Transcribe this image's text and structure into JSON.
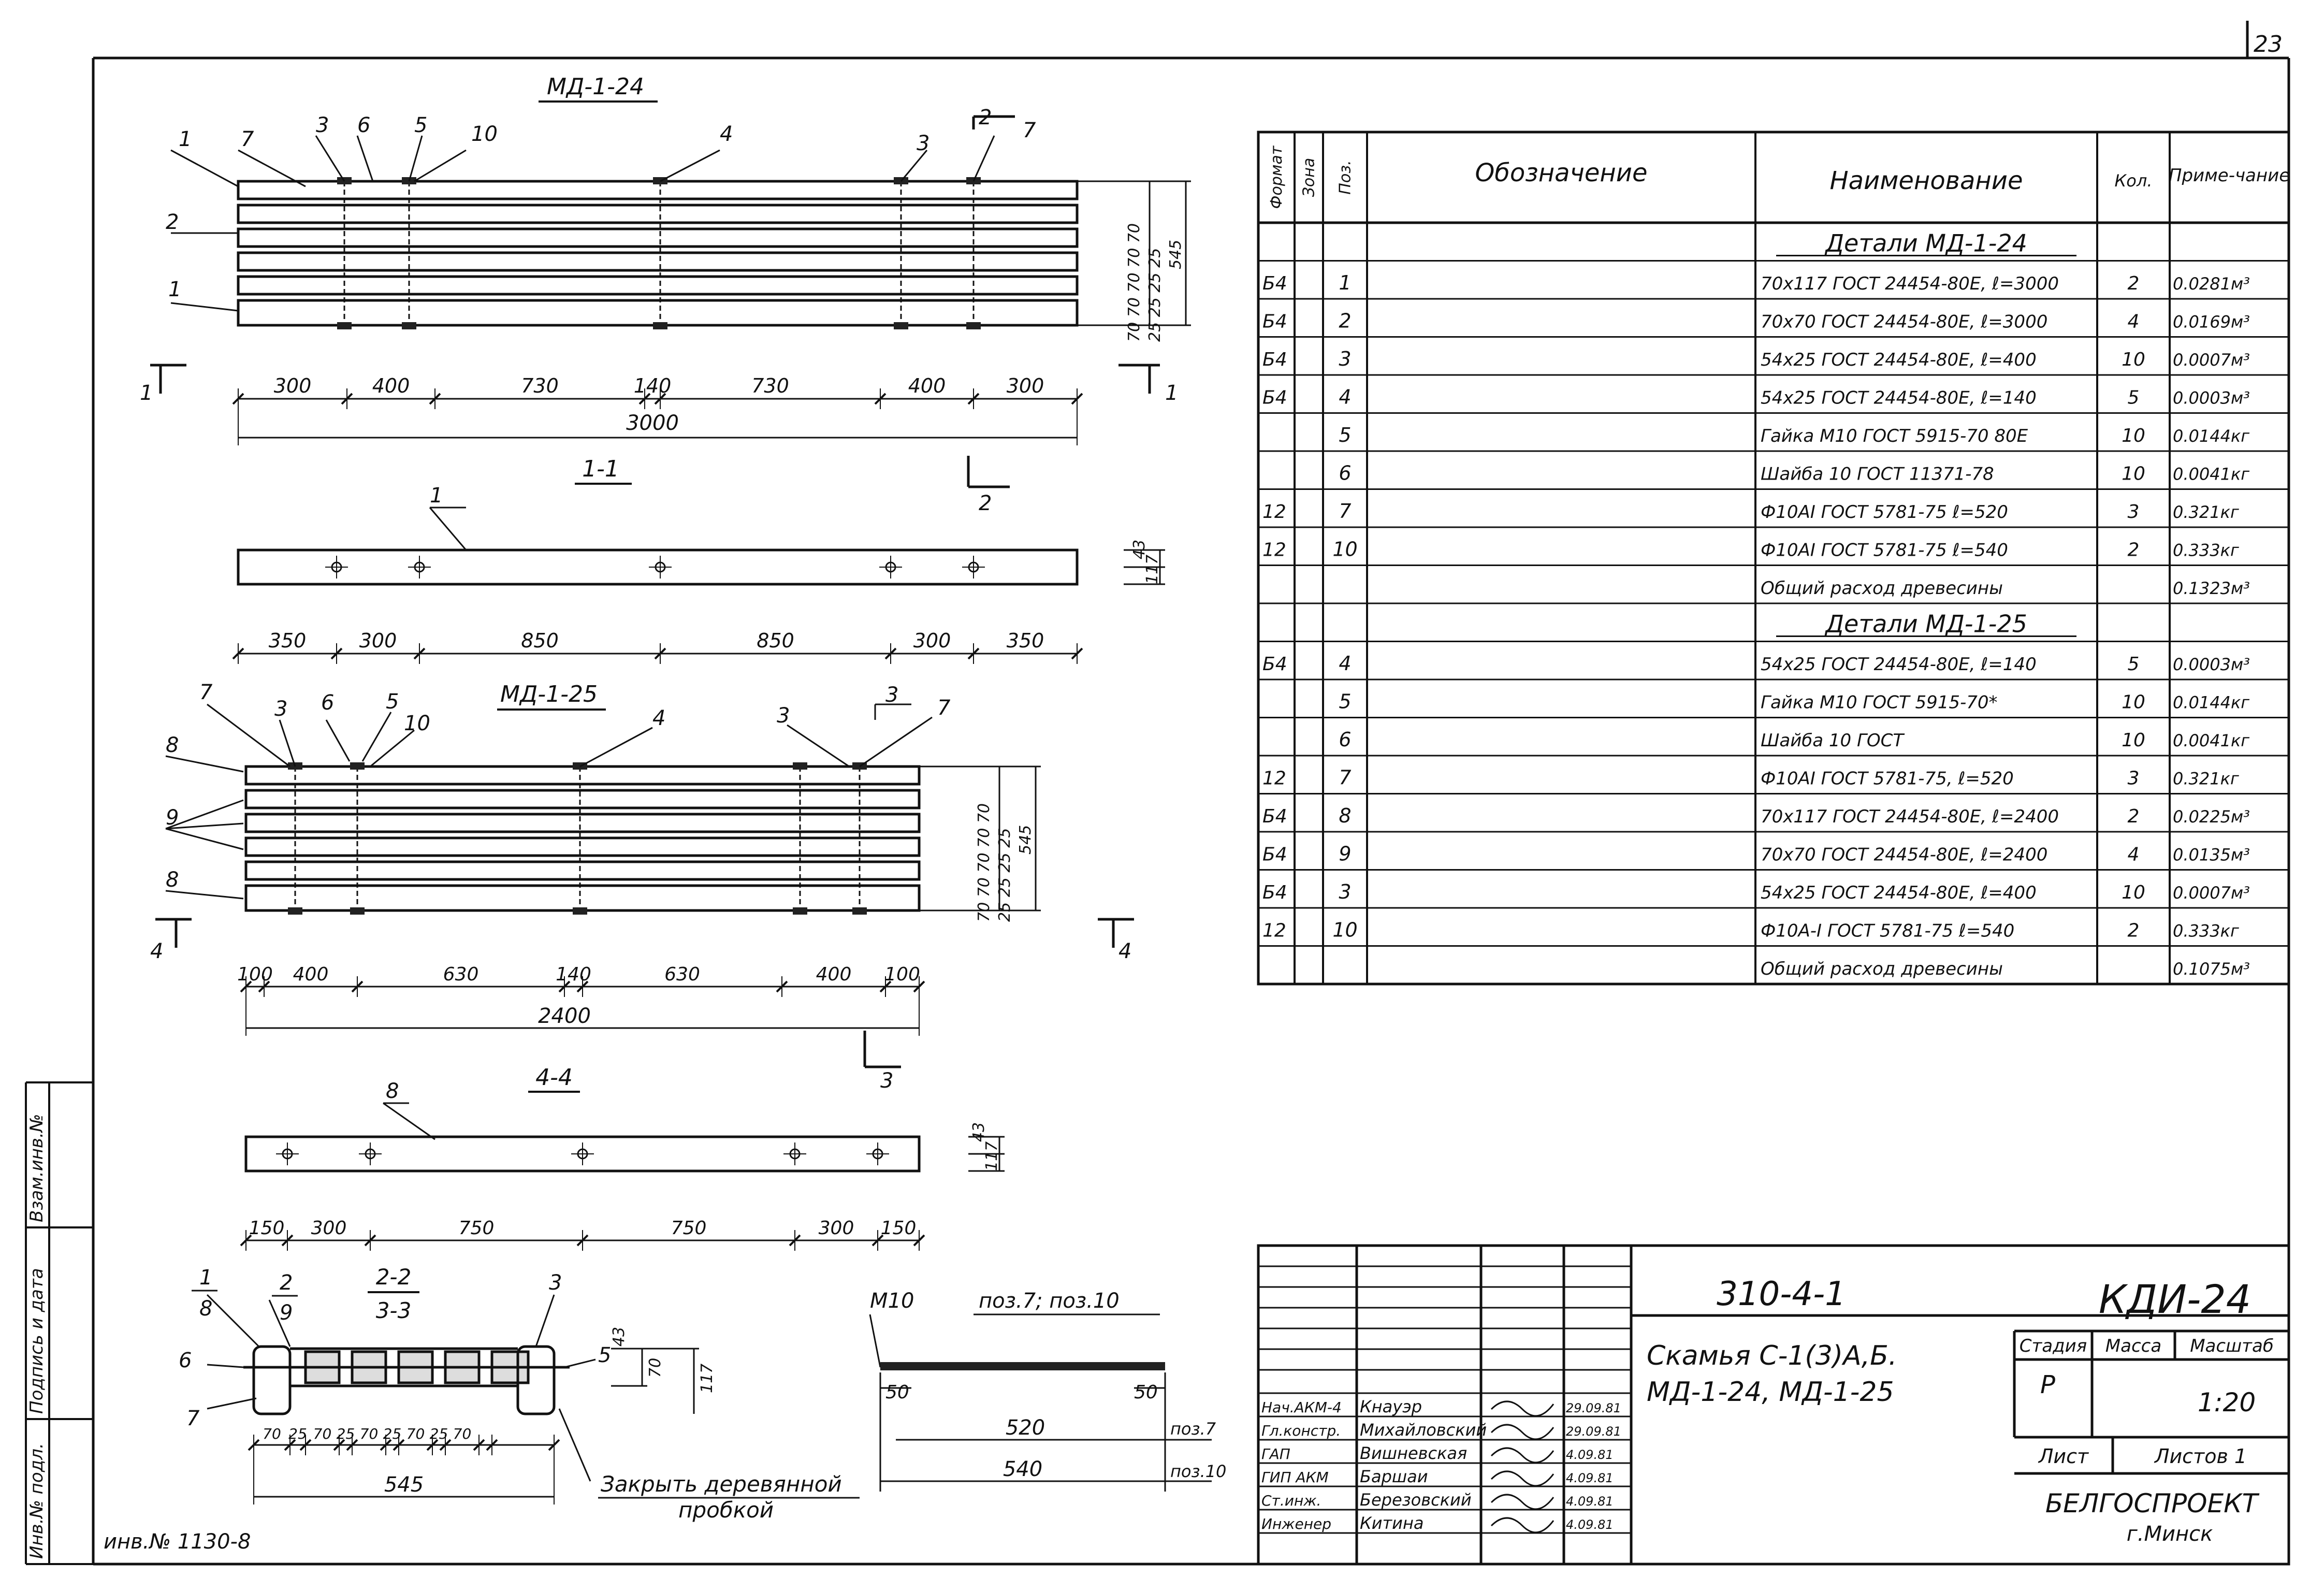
{
  "sheet_number": "23",
  "views": {
    "md124_title": "МД-1-24",
    "md124_callouts": [
      "1",
      "7",
      "3",
      "6",
      "5",
      "10",
      "4",
      "3",
      "2",
      "7",
      "2",
      "1"
    ],
    "md124_dims": [
      "300",
      "400",
      "730",
      "140",
      "730",
      "400",
      "300"
    ],
    "md124_total": "3000",
    "md124_vdims_a": "70 70 70 70 70",
    "md124_vdims_b": "25 25 25 25",
    "md124_vtotal": "545",
    "md124_sec_left": "1",
    "md124_sec_right": "1",
    "md124_sec2": "2",
    "sec11_title": "1-1",
    "sec11_callout": "1",
    "sec11_dims": [
      "350",
      "300",
      "850",
      "850",
      "300",
      "350"
    ],
    "sec11_h1": "43",
    "sec11_h2": "117",
    "md125_title": "МД-1-25",
    "md125_callouts": [
      "7",
      "3",
      "6",
      "5",
      "10",
      "4",
      "3",
      "7",
      "3",
      "8",
      "9",
      "8"
    ],
    "md125_dims": [
      "100",
      "400",
      "630",
      "140",
      "630",
      "400",
      "100"
    ],
    "md125_total": "2400",
    "md125_vdims_a": "70 70 70 70 70",
    "md125_vdims_b": "25 25 25 25",
    "md125_vtotal": "545",
    "md125_sec_left": "4",
    "md125_sec_right": "4",
    "md125_sec3": "3",
    "sec44_title": "4-4",
    "sec44_callout": "8",
    "sec44_dims": [
      "150",
      "300",
      "750",
      "750",
      "300",
      "150"
    ],
    "sec44_h1": "43",
    "sec44_h2": "117",
    "sec22_title_top": "2-2",
    "sec22_title_bot": "3-3",
    "sec22_callouts": {
      "c1": "1",
      "c8": "8",
      "c2": "2",
      "c9": "9",
      "c3": "3",
      "c6": "6",
      "c7": "7",
      "c5": "5"
    },
    "sec22_dims": [
      "70",
      "25",
      "70",
      "25",
      "70",
      "25",
      "70",
      "25",
      "70"
    ],
    "sec22_total": "545",
    "sec22_h": [
      "43",
      "70",
      "117"
    ],
    "sec22_note_1": "Закрыть деревянной",
    "sec22_note_2": "пробкой",
    "rod_label": "М10",
    "rod_title": "поз.7; поз.10",
    "rod_dims": [
      "50",
      "50",
      "520",
      "540"
    ],
    "rod_pos": [
      "поз.7",
      "поз.10"
    ],
    "inv_no": "инв.№ 1130-8"
  },
  "left_margin": {
    "labels": [
      "Взам.инв.№",
      "Подпись и дата",
      "Инв.№ подл."
    ]
  },
  "spec_table": {
    "headers": [
      "Формат",
      "Зона",
      "Поз.",
      "Обозначение",
      "Наименование",
      "Кол.",
      "Приме-чание"
    ],
    "rows": [
      {
        "fmt": "",
        "zone": "",
        "pos": "",
        "des": "",
        "name": "Детали МД-1-24",
        "qty": "",
        "note": "",
        "heading": true
      },
      {
        "fmt": "Б4",
        "zone": "",
        "pos": "1",
        "des": "",
        "name": "70х117 ГОСТ 24454-80Е, ℓ=3000",
        "qty": "2",
        "note": "0.0281м³"
      },
      {
        "fmt": "Б4",
        "zone": "",
        "pos": "2",
        "des": "",
        "name": "70х70 ГОСТ 24454-80Е, ℓ=3000",
        "qty": "4",
        "note": "0.0169м³"
      },
      {
        "fmt": "Б4",
        "zone": "",
        "pos": "3",
        "des": "",
        "name": "54х25 ГОСТ 24454-80Е, ℓ=400",
        "qty": "10",
        "note": "0.0007м³"
      },
      {
        "fmt": "Б4",
        "zone": "",
        "pos": "4",
        "des": "",
        "name": "54х25 ГОСТ 24454-80Е, ℓ=140",
        "qty": "5",
        "note": "0.0003м³"
      },
      {
        "fmt": "",
        "zone": "",
        "pos": "5",
        "des": "",
        "name": "Гайка М10 ГОСТ 5915-70 80Е",
        "qty": "10",
        "note": "0.0144кг"
      },
      {
        "fmt": "",
        "zone": "",
        "pos": "6",
        "des": "",
        "name": "Шайба 10 ГОСТ 11371-78",
        "qty": "10",
        "note": "0.0041кг"
      },
      {
        "fmt": "12",
        "zone": "",
        "pos": "7",
        "des": "",
        "name": "Ф10АI ГОСТ 5781-75 ℓ=520",
        "qty": "3",
        "note": "0.321кг"
      },
      {
        "fmt": "12",
        "zone": "",
        "pos": "10",
        "des": "",
        "name": "Ф10АI ГОСТ 5781-75 ℓ=540",
        "qty": "2",
        "note": "0.333кг"
      },
      {
        "fmt": "",
        "zone": "",
        "pos": "",
        "des": "",
        "name": "Общий расход древесины",
        "qty": "",
        "note": "0.1323м³"
      },
      {
        "fmt": "",
        "zone": "",
        "pos": "",
        "des": "",
        "name": "Детали МД-1-25",
        "qty": "",
        "note": "",
        "heading": true
      },
      {
        "fmt": "Б4",
        "zone": "",
        "pos": "4",
        "des": "",
        "name": "54х25 ГОСТ 24454-80Е, ℓ=140",
        "qty": "5",
        "note": "0.0003м³"
      },
      {
        "fmt": "",
        "zone": "",
        "pos": "5",
        "des": "",
        "name": "Гайка М10 ГОСТ 5915-70*",
        "qty": "10",
        "note": "0.0144кг"
      },
      {
        "fmt": "",
        "zone": "",
        "pos": "6",
        "des": "",
        "name": "Шайба 10 ГОСТ",
        "qty": "10",
        "note": "0.0041кг"
      },
      {
        "fmt": "12",
        "zone": "",
        "pos": "7",
        "des": "",
        "name": "Ф10АI ГОСТ 5781-75, ℓ=520",
        "qty": "3",
        "note": "0.321кг"
      },
      {
        "fmt": "Б4",
        "zone": "",
        "pos": "8",
        "des": "",
        "name": "70х117 ГОСТ 24454-80Е, ℓ=2400",
        "qty": "2",
        "note": "0.0225м³"
      },
      {
        "fmt": "Б4",
        "zone": "",
        "pos": "9",
        "des": "",
        "name": "70х70 ГОСТ 24454-80Е, ℓ=2400",
        "qty": "4",
        "note": "0.0135м³"
      },
      {
        "fmt": "Б4",
        "zone": "",
        "pos": "3",
        "des": "",
        "name": "54х25 ГОСТ 24454-80Е, ℓ=400",
        "qty": "10",
        "note": "0.0007м³"
      },
      {
        "fmt": "12",
        "zone": "",
        "pos": "10",
        "des": "",
        "name": "Ф10А-I ГОСТ 5781-75 ℓ=540",
        "qty": "2",
        "note": "0.333кг"
      },
      {
        "fmt": "",
        "zone": "",
        "pos": "",
        "des": "",
        "name": "Общий расход древесины",
        "qty": "",
        "note": "0.1075м³"
      }
    ]
  },
  "title_block": {
    "doc_code": "310-4-1",
    "sheet_code": "КДИ-24",
    "title_1": "Скамья С-1(3)А,Б.",
    "title_2": "МД-1-24, МД-1-25",
    "stage_h": "Стадия",
    "mass_h": "Масса",
    "scale_h": "Масштаб",
    "stage": "Р",
    "scale": "1:20",
    "sheet_h": "Лист",
    "sheets_h": "Листов 1",
    "org_1": "БЕЛГОСПРОЕКТ",
    "org_2": "г.Минск",
    "people": [
      {
        "role": "Нач.АКМ-4",
        "name": "Кнауэр",
        "date": "29.09.81"
      },
      {
        "role": "Гл.констр.",
        "name": "Михайловский",
        "date": "29.09.81"
      },
      {
        "role": "ГАП",
        "name": "Вишневская",
        "date": "4.09.81"
      },
      {
        "role": "ГИП АКМ",
        "name": "Баршаи",
        "date": "4.09.81"
      },
      {
        "role": "Ст.инж.",
        "name": "Березовский",
        "date": "4.09.81"
      },
      {
        "role": "Инженер",
        "name": "Китина",
        "date": "4.09.81"
      }
    ]
  }
}
